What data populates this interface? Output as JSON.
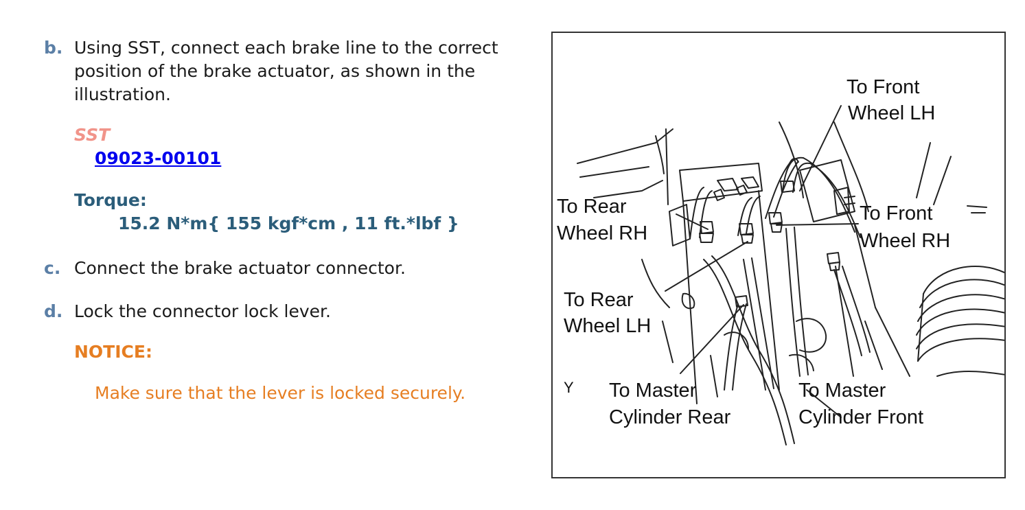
{
  "steps": {
    "b": {
      "letter": "b.",
      "lines": [
        "Using SST, connect each brake line to the correct",
        "position of the brake actuator, as shown in the",
        "illustration."
      ]
    },
    "c": {
      "letter": "c.",
      "text": "Connect the brake actuator connector."
    },
    "d": {
      "letter": "d.",
      "text": "Lock the connector lock lever."
    }
  },
  "sst": {
    "label": "SST",
    "part_number": "09023-00101"
  },
  "torque": {
    "label": "Torque:",
    "value": "15.2 N*m{ 155 kgf*cm , 11 ft.*lbf }"
  },
  "notice": {
    "label": "NOTICE:",
    "text": "Make sure that the lever is locked securely."
  },
  "illustration": {
    "marker": "Y",
    "labels": {
      "front_lh": [
        "To Front",
        "Wheel LH"
      ],
      "rear_rh": [
        "To Rear",
        "Wheel RH"
      ],
      "front_rh": [
        "To Front",
        "Wheel RH"
      ],
      "rear_lh": [
        "To Rear",
        "Wheel LH"
      ],
      "master_rear": [
        "To Master",
        "Cylinder Rear"
      ],
      "master_front": [
        "To Master",
        "Cylinder Front"
      ]
    }
  },
  "colors": {
    "step_letter": "#5b7fa6",
    "sst_label": "#f1948a",
    "link": "#0000ee",
    "torque": "#2b5d7a",
    "notice": "#e67e22"
  }
}
